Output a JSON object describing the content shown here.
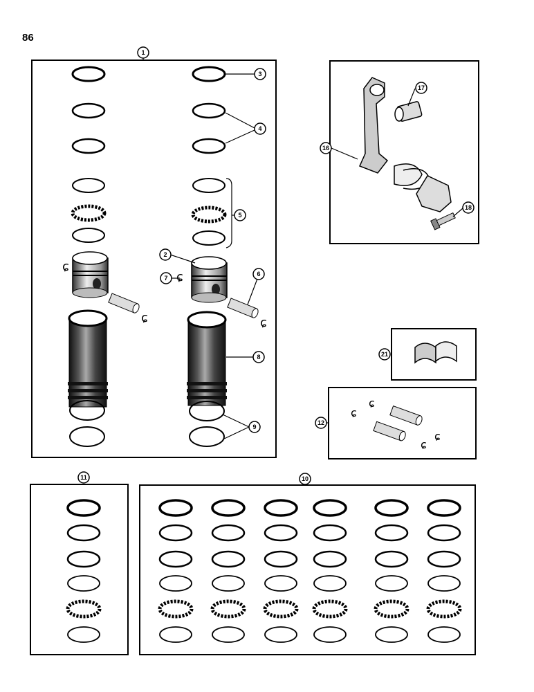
{
  "page_number": "86",
  "callouts": {
    "c1": "1",
    "c2": "2",
    "c3": "3",
    "c4": "4",
    "c5": "5",
    "c6": "6",
    "c7": "7",
    "c8": "8",
    "c9": "9",
    "c10": "10",
    "c11": "11",
    "c12": "12",
    "c16": "16",
    "c17": "17",
    "c18": "18",
    "c21": "21"
  }
}
